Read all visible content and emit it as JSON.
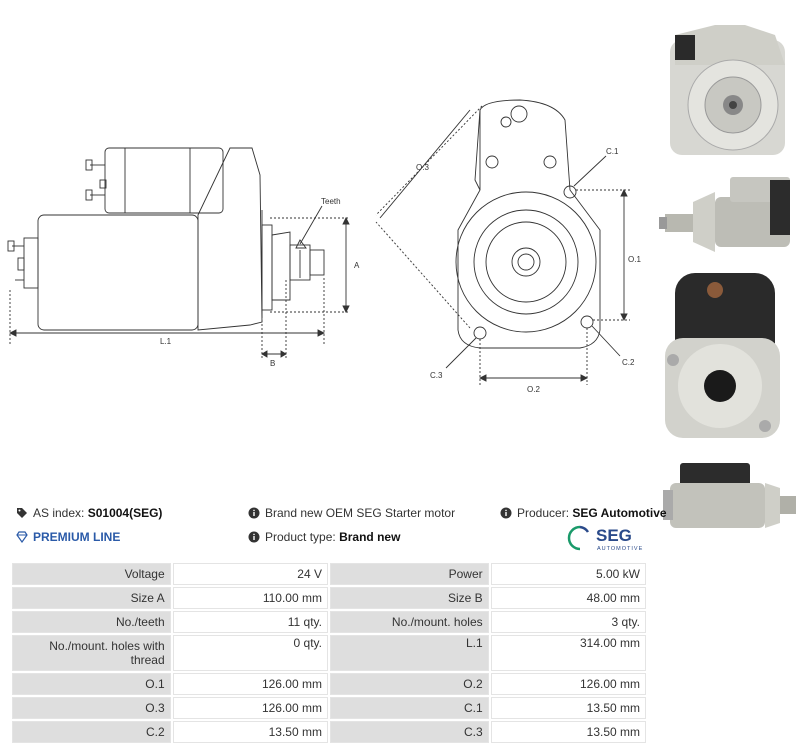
{
  "drawing_labels": {
    "teeth": "Teeth",
    "a": "A",
    "b": "B",
    "l1": "L.1",
    "o3": "O.3",
    "c1": "C.1",
    "o1": "O.1",
    "c2": "C.2",
    "c3": "C.3",
    "o2": "O.2"
  },
  "header": {
    "as_index_label": "AS index:",
    "as_index_value": "S01004(SEG)",
    "premium_label": "PREMIUM LINE",
    "description": "Brand new OEM SEG Starter motor",
    "product_type_label": "Product type:",
    "product_type_value": "Brand new",
    "producer_label": "Producer:",
    "producer_value": "SEG Automotive",
    "logo_main": "SEG",
    "logo_sub": "AUTOMOTIVE"
  },
  "specs": [
    {
      "l1": "Voltage",
      "v1": "24 V",
      "l2": "Power",
      "v2": "5.00 kW"
    },
    {
      "l1": "Size A",
      "v1": "110.00 mm",
      "l2": "Size B",
      "v2": "48.00 mm"
    },
    {
      "l1": "No./teeth",
      "v1": "11 qty.",
      "l2": "No./mount. holes",
      "v2": "3 qty."
    },
    {
      "l1": "No./mount. holes with",
      "l1b": "thread",
      "v1": "0 qty.",
      "l2": "L.1",
      "v2": "314.00 mm"
    },
    {
      "l1": "O.1",
      "v1": "126.00 mm",
      "l2": "O.2",
      "v2": "126.00 mm"
    },
    {
      "l1": "O.3",
      "v1": "126.00 mm",
      "l2": "C.1",
      "v2": "13.50 mm"
    },
    {
      "l1": "C.2",
      "v1": "13.50 mm",
      "l2": "C.3",
      "v2": "13.50 mm"
    }
  ],
  "colors": {
    "premium": "#2a5aa8",
    "seg_green": "#1a9a6a",
    "seg_blue": "#2a4a8a",
    "label_bg": "#dedede"
  }
}
